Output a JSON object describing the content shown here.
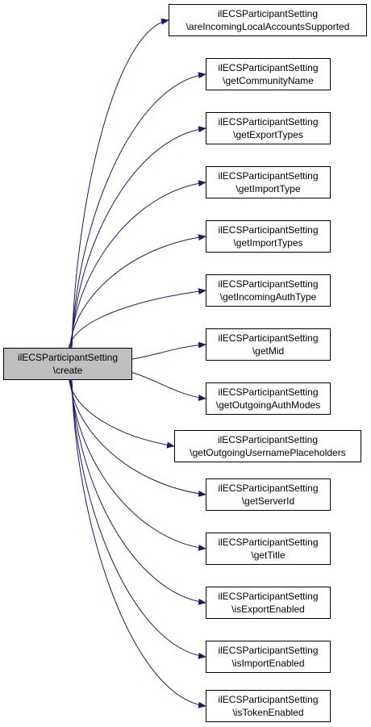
{
  "colors": {
    "edge": "#191970",
    "source_fill": "#bfbfbf",
    "node_fill": "#ffffff",
    "border": "#000000"
  },
  "source": {
    "line1": "ilECSParticipantSetting",
    "line2": "\\create"
  },
  "targets": [
    {
      "line1": "ilECSParticipantSetting",
      "line2": "\\areIncomingLocalAccountsSupported"
    },
    {
      "line1": "ilECSParticipantSetting",
      "line2": "\\getCommunityName"
    },
    {
      "line1": "ilECSParticipantSetting",
      "line2": "\\getExportTypes"
    },
    {
      "line1": "ilECSParticipantSetting",
      "line2": "\\getImportType"
    },
    {
      "line1": "ilECSParticipantSetting",
      "line2": "\\getImportTypes"
    },
    {
      "line1": "ilECSParticipantSetting",
      "line2": "\\getIncomingAuthType"
    },
    {
      "line1": "ilECSParticipantSetting",
      "line2": "\\getMid"
    },
    {
      "line1": "ilECSParticipantSetting",
      "line2": "\\getOutgoingAuthModes"
    },
    {
      "line1": "ilECSParticipantSetting",
      "line2": "\\getOutgoingUsernamePlaceholders"
    },
    {
      "line1": "ilECSParticipantSetting",
      "line2": "\\getServerId"
    },
    {
      "line1": "ilECSParticipantSetting",
      "line2": "\\getTitle"
    },
    {
      "line1": "ilECSParticipantSetting",
      "line2": "\\isExportEnabled"
    },
    {
      "line1": "ilECSParticipantSetting",
      "line2": "\\isImportEnabled"
    },
    {
      "line1": "ilECSParticipantSetting",
      "line2": "\\isTokenEnabled"
    }
  ]
}
